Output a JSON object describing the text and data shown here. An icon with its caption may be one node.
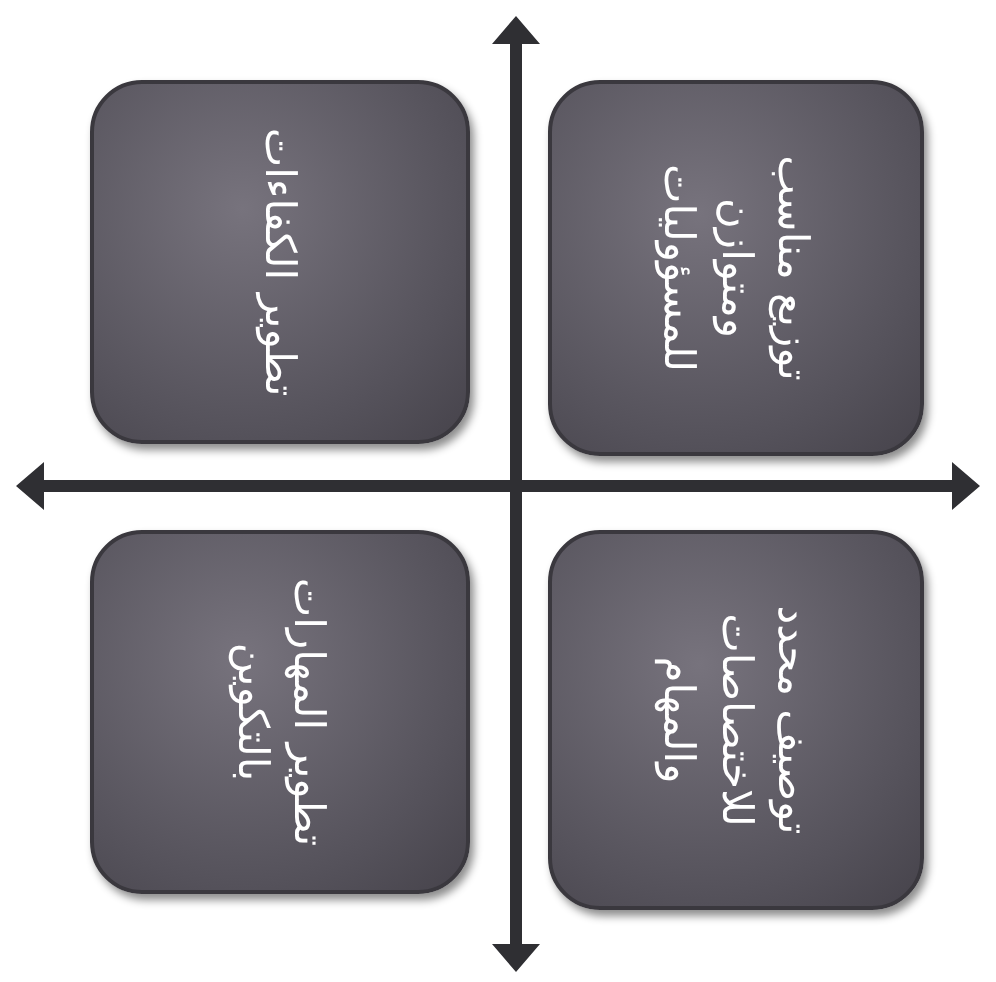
{
  "diagram": {
    "nodes": [
      {
        "text": [
          "تطوير الكفاءات"
        ]
      },
      {
        "text": [
          "توزيع مناسب ومتوازن للمسؤوليات"
        ]
      },
      {
        "text": [
          "تطوير المهارات بالتكوين"
        ]
      },
      {
        "text": [
          "توصيف محدد للاختصاصات والمهام"
        ]
      }
    ]
  }
}
